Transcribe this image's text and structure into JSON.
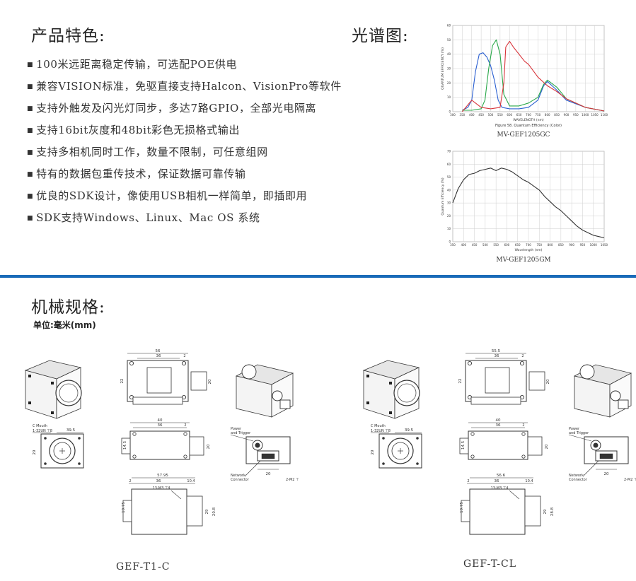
{
  "features": {
    "title": "产品特色:",
    "items": [
      "100米远距离稳定传输，可选配POE供电",
      "兼容VISION标准，免驱直接支持Halcon、VisionPro等软件",
      "支持外触发及闪光灯同步，多达7路GPIO，全部光电隔离",
      "支持16bit灰度和48bit彩色无损格式输出",
      "支持多相机同时工作，数量不限制，可任意组网",
      "特有的数据包重传技术，保证数据可靠传输",
      "优良的SDK设计，像使用USB相机一样简单，即插即用",
      "SDK支持Windows、Linux、Mac OS 系统"
    ]
  },
  "spectrum": {
    "title": "光谱图:",
    "color_chart_caption": "MV-GEF1205GC",
    "mono_chart_caption": "MV-GEF1205GM"
  },
  "chart_data": [
    {
      "type": "line",
      "title": "Figure 58. Quantum Efficiency (Color)",
      "xlabel": "WAVELENGTH (nm)",
      "ylabel": "QUANTUM EFFICIENCY (%)",
      "xlim": [
        300,
        1100
      ],
      "ylim": [
        0,
        60
      ],
      "xticks": [
        300,
        350,
        400,
        450,
        500,
        550,
        600,
        650,
        700,
        750,
        800,
        850,
        900,
        950,
        1000,
        1050,
        1100
      ],
      "yticks": [
        0,
        10,
        20,
        30,
        40,
        50,
        60
      ],
      "grid": true,
      "series": [
        {
          "color": "#2a5fd0",
          "x": [
            350,
            380,
            400,
            420,
            440,
            460,
            480,
            500,
            520,
            540,
            560,
            600,
            650,
            700,
            750,
            780,
            800,
            850,
            900,
            1000,
            1100
          ],
          "y": [
            1,
            3,
            8,
            28,
            40,
            41,
            38,
            32,
            22,
            8,
            3,
            2,
            2,
            3,
            8,
            18,
            21,
            15,
            8,
            3,
            0.5
          ]
        },
        {
          "color": "#2aa84a",
          "x": [
            350,
            400,
            450,
            470,
            490,
            510,
            530,
            550,
            570,
            600,
            650,
            700,
            750,
            780,
            800,
            850,
            900,
            1000,
            1100
          ],
          "y": [
            1,
            1,
            2,
            8,
            30,
            46,
            50,
            40,
            12,
            4,
            4,
            6,
            10,
            19,
            22,
            17,
            9,
            3,
            0.5
          ]
        },
        {
          "color": "#d8343a",
          "x": [
            350,
            400,
            450,
            500,
            550,
            570,
            580,
            600,
            620,
            650,
            680,
            700,
            750,
            800,
            850,
            900,
            1000,
            1100
          ],
          "y": [
            0,
            8,
            3,
            2,
            3,
            20,
            45,
            49,
            45,
            40,
            35,
            33,
            24,
            18,
            14,
            9,
            3,
            0.5
          ]
        }
      ]
    },
    {
      "type": "line",
      "xlabel": "Wavelength (nm)",
      "ylabel": "Quantum Efficiency (%)",
      "xlim": [
        350,
        1050
      ],
      "ylim": [
        0,
        70
      ],
      "xticks": [
        350,
        400,
        450,
        500,
        550,
        600,
        650,
        700,
        750,
        800,
        850,
        900,
        950,
        1000,
        1050
      ],
      "yticks": [
        0,
        10,
        20,
        30,
        40,
        50,
        60,
        70
      ],
      "grid": true,
      "series": [
        {
          "color": "#333333",
          "x": [
            350,
            375,
            400,
            425,
            450,
            475,
            500,
            525,
            550,
            575,
            600,
            625,
            650,
            675,
            700,
            725,
            750,
            775,
            800,
            825,
            850,
            875,
            900,
            925,
            950,
            975,
            1000,
            1025,
            1050
          ],
          "y": [
            30,
            41,
            48,
            52,
            53,
            55,
            56,
            57,
            55,
            57,
            56,
            54,
            51,
            48,
            46,
            43,
            40,
            35,
            31,
            27,
            24,
            20,
            16,
            12,
            9,
            7,
            5,
            4,
            3
          ]
        }
      ]
    }
  ],
  "mechanical": {
    "title": "机械规格:",
    "unit": "单位:毫米(mm)",
    "left_model": "GEF-T1-C",
    "right_model": "GEF-T-CL",
    "dims_left": {
      "top_width": "56",
      "top_inner": "36",
      "top_edge": "2",
      "top_height": "22",
      "top_side": "20",
      "mid_width": "40",
      "mid_inner": "36",
      "mid_edge": "2",
      "mid_height": "14.5",
      "mid_side": "20",
      "bot_width": "57.95",
      "bot_left": "2",
      "bot_inner": "36",
      "bot_right": "10.4",
      "bot_thread": "13-M3 ⊤4",
      "bot_height": "19.75",
      "bot_side1": "29",
      "bot_side2": "20.8",
      "front_mount": "C Mouth",
      "front_thread": "1-32UN ⊤8",
      "front_width": "39.5",
      "front_height": "29",
      "rear_power": "Power",
      "rear_trigger": "and Trigger",
      "rear_network": "Network",
      "rear_connector": "Connector",
      "rear_width": "20",
      "rear_screw": "2-M2 ⊤"
    },
    "dims_right": {
      "top_width": "55.5",
      "top_inner": "36",
      "top_edge": "2",
      "top_height": "22",
      "top_side": "20",
      "mid_width": "40",
      "mid_inner": "36",
      "mid_edge": "2",
      "mid_height": "14.5",
      "mid_side": "20",
      "bot_width": "56.6",
      "bot_left": "2",
      "bot_inner": "36",
      "bot_right": "10.4",
      "bot_thread": "13-M3 ⊤4",
      "bot_height": "19.75",
      "bot_side1": "29",
      "bot_side2": "28.8",
      "front_mount": "C Mouth",
      "front_thread": "1-32UN ⊤8",
      "front_width": "39.5",
      "front_height": "29",
      "rear_power": "Power",
      "rear_trigger": "and Trigger",
      "rear_network": "Network",
      "rear_connector": "Connector",
      "rear_width": "20",
      "rear_screw": "2-M2 ⊤"
    }
  }
}
